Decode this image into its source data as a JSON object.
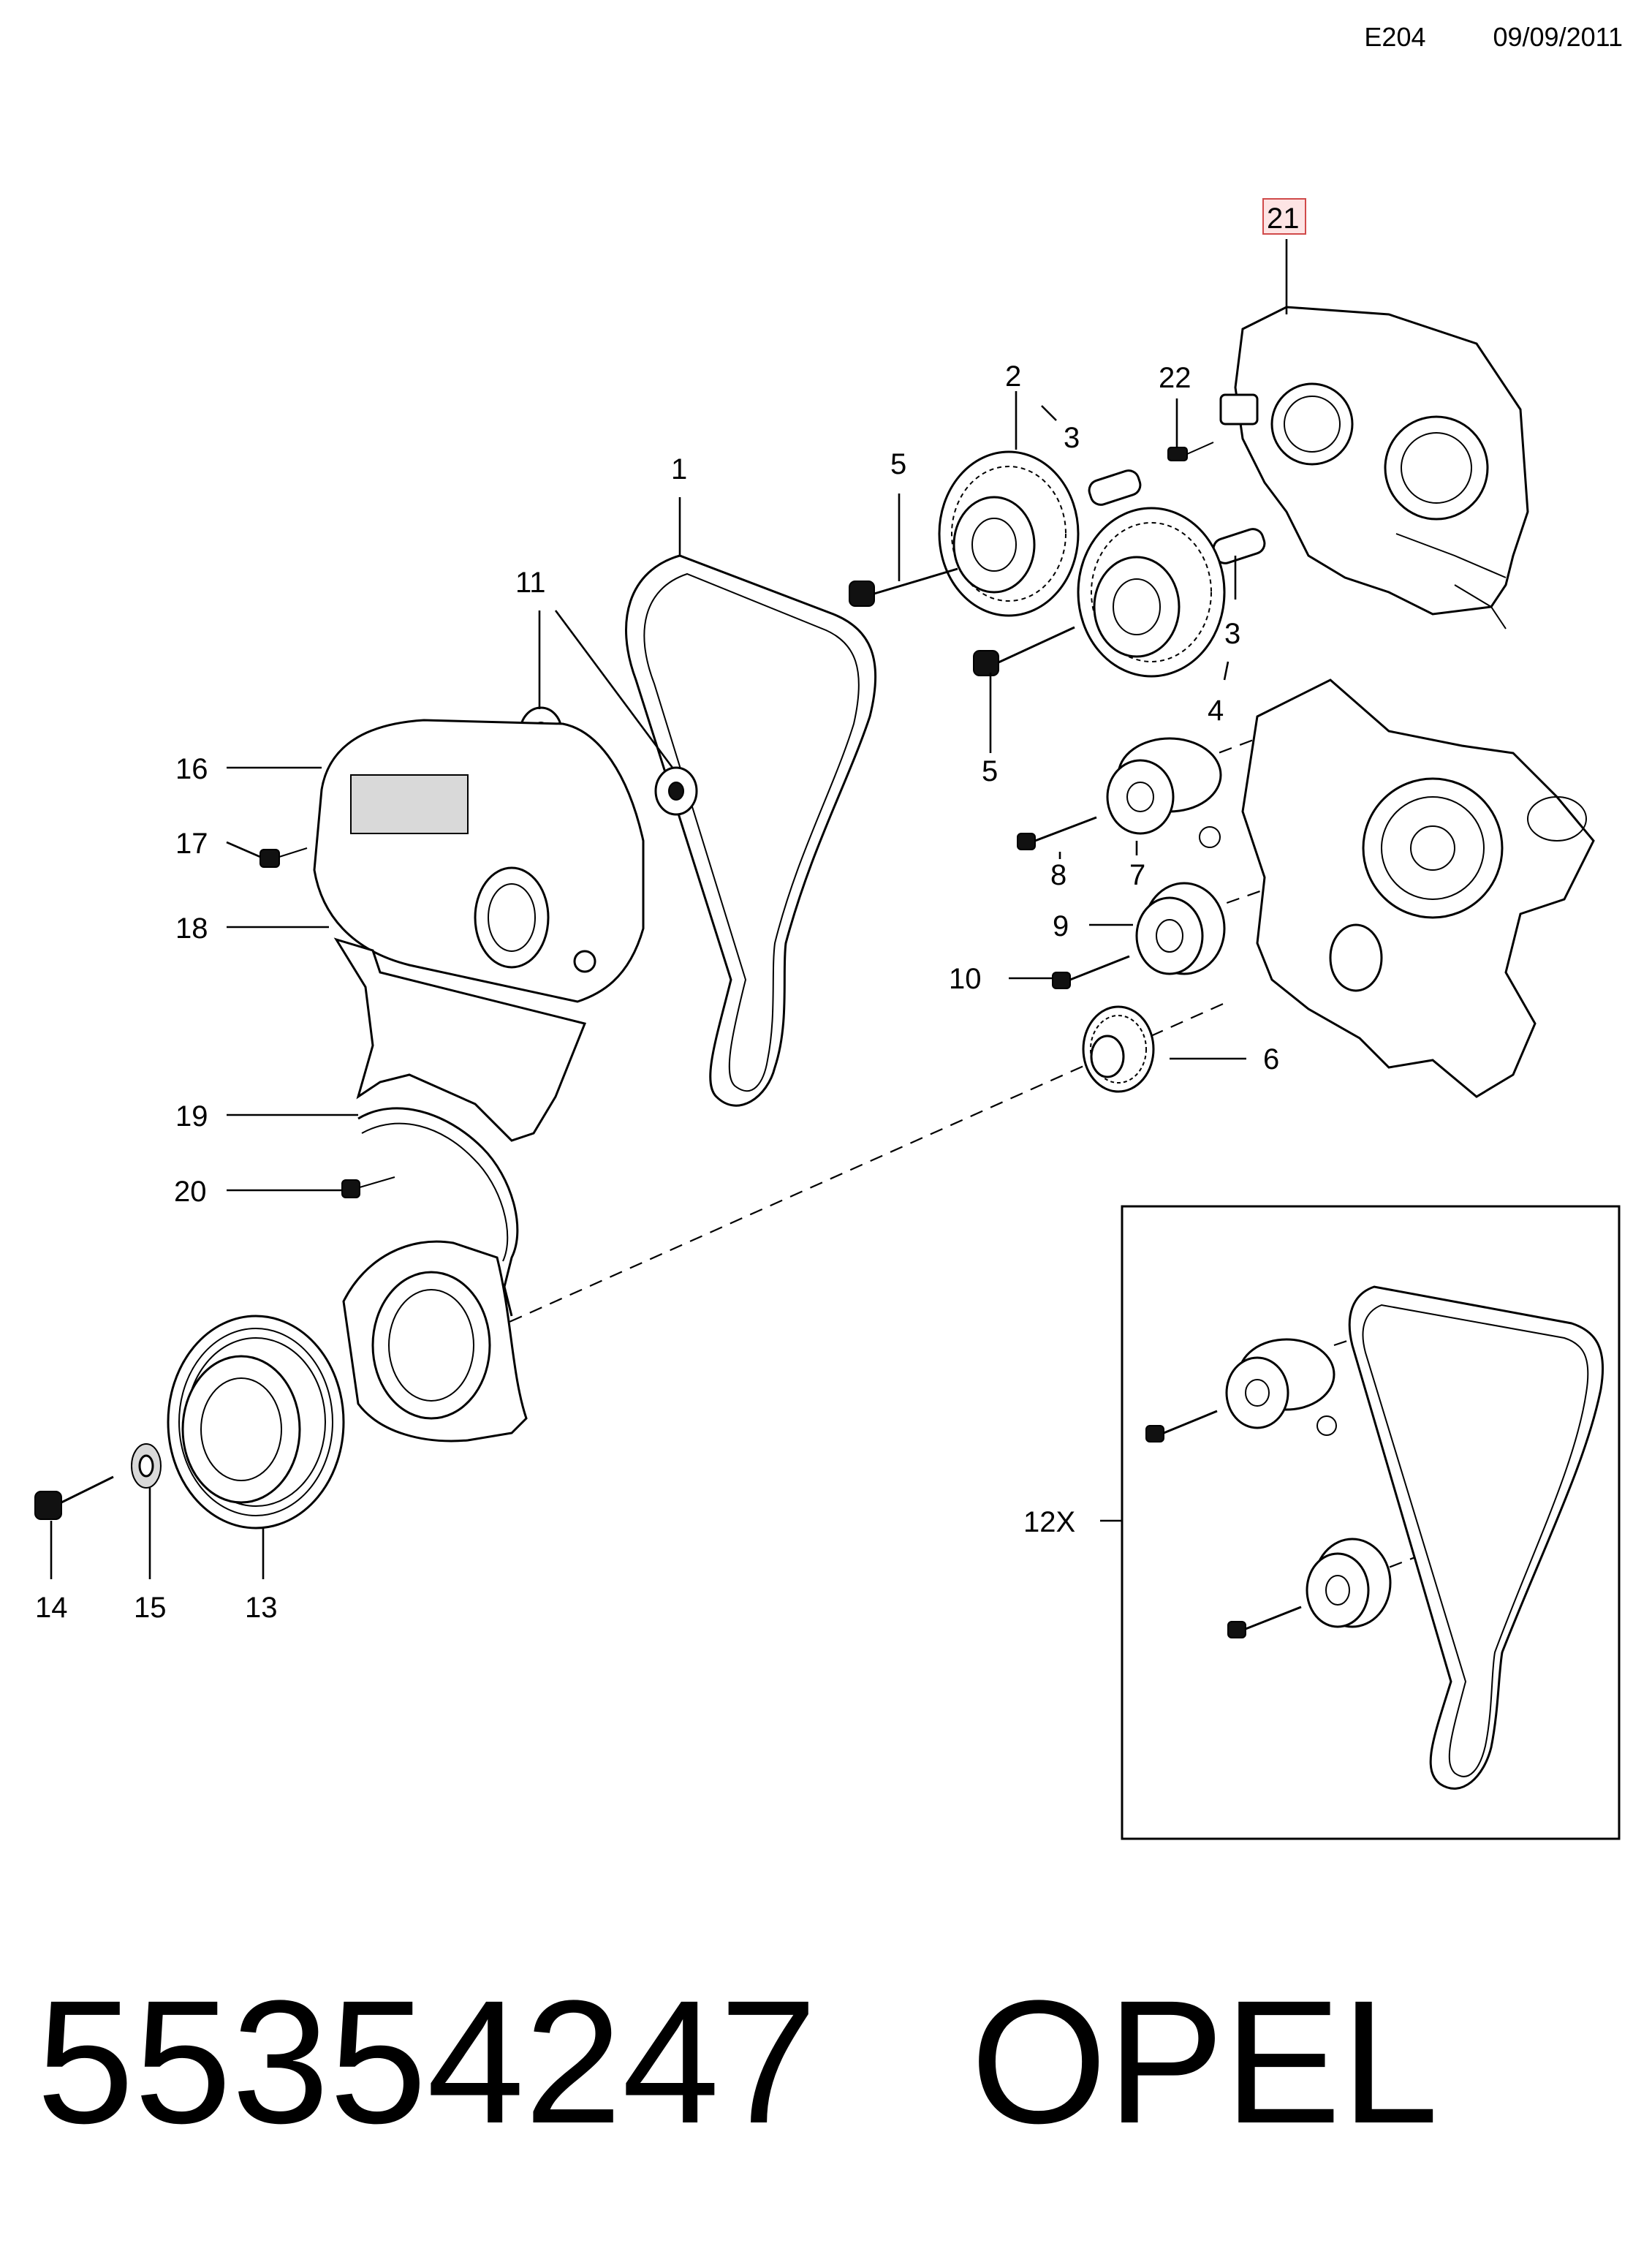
{
  "header": {
    "code": "E204",
    "date": "09/09/2011"
  },
  "callouts": {
    "c1": "1",
    "c2": "2",
    "c3a": "3",
    "c3b": "3",
    "c4": "4",
    "c5a": "5",
    "c5b": "5",
    "c6": "6",
    "c7": "7",
    "c8": "8",
    "c9": "9",
    "c10": "10",
    "c11": "11",
    "c12x": "12X",
    "c13": "13",
    "c14": "14",
    "c15": "15",
    "c16": "16",
    "c17": "17",
    "c18": "18",
    "c19": "19",
    "c20": "20",
    "c21": "21",
    "c22": "22"
  },
  "footer": {
    "part_number": "55354247",
    "brand": "OPEL"
  }
}
